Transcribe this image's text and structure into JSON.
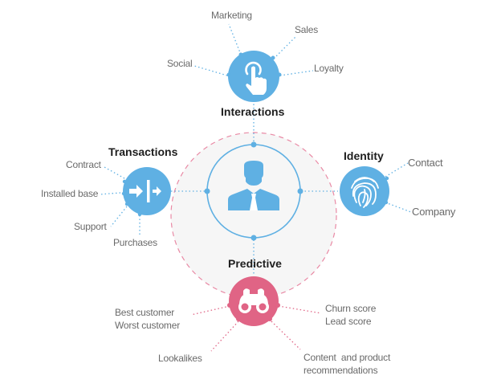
{
  "colors": {
    "blue": "#5fb0e3",
    "pink": "#e06485",
    "center_fill": "#f6f6f6",
    "label": "#6a6a6a",
    "title": "#1e1e1e"
  },
  "center": {
    "icon": "businessman-icon"
  },
  "nodes": {
    "interactions": {
      "title": "Interactions",
      "icon": "hand-tap-icon",
      "leaves": [
        "Marketing",
        "Sales",
        "Social",
        "Loyalty"
      ]
    },
    "transactions": {
      "title": "Transactions",
      "icon": "arrows-divider-icon",
      "leaves": [
        "Contract",
        "Installed base",
        "Support",
        "Purchases"
      ]
    },
    "identity": {
      "title": "Identity",
      "icon": "fingerprint-icon",
      "leaves": [
        "Contact",
        "Company"
      ]
    },
    "predictive": {
      "title": "Predictive",
      "icon": "binoculars-icon",
      "leaves": [
        "Best customer",
        "Worst customer",
        "Churn score",
        "Lead score",
        "Lookalikes",
        "Content  and product",
        "recommendations"
      ]
    }
  }
}
